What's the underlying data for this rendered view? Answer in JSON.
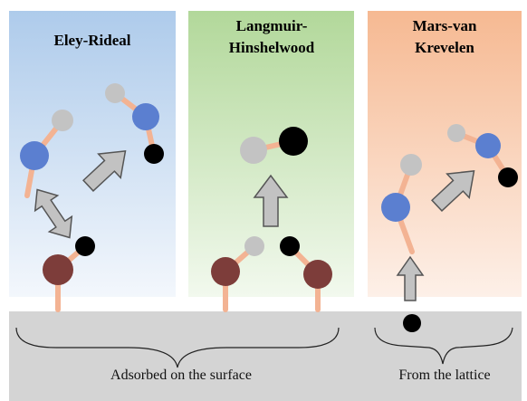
{
  "panels": [
    {
      "id": "er",
      "title_lines": [
        "Eley-Rideal"
      ],
      "gradient": [
        "#aecbeb",
        "#f3f7fc"
      ]
    },
    {
      "id": "lh",
      "title_lines": [
        "Langmuir-",
        "Hinshelwood"
      ],
      "gradient": [
        "#b2d89a",
        "#f2f9ee"
      ]
    },
    {
      "id": "mvk",
      "title_lines": [
        "Mars-van",
        "Krevelen"
      ],
      "gradient": [
        "#f6b992",
        "#fdf0e8"
      ]
    }
  ],
  "surface": {
    "color": "#d4d4d4"
  },
  "captions": {
    "adsorbed": "Adsorbed on the surface",
    "lattice": "From the lattice"
  },
  "colors": {
    "blue_atom": "#5b7fd0",
    "grey_atom": "#c3c3c3",
    "black_atom": "#000000",
    "red_atom": "#7d3d3a",
    "bond": "#f3b393",
    "arrow_fill": "#c2c2c2",
    "arrow_stroke": "#555555"
  }
}
